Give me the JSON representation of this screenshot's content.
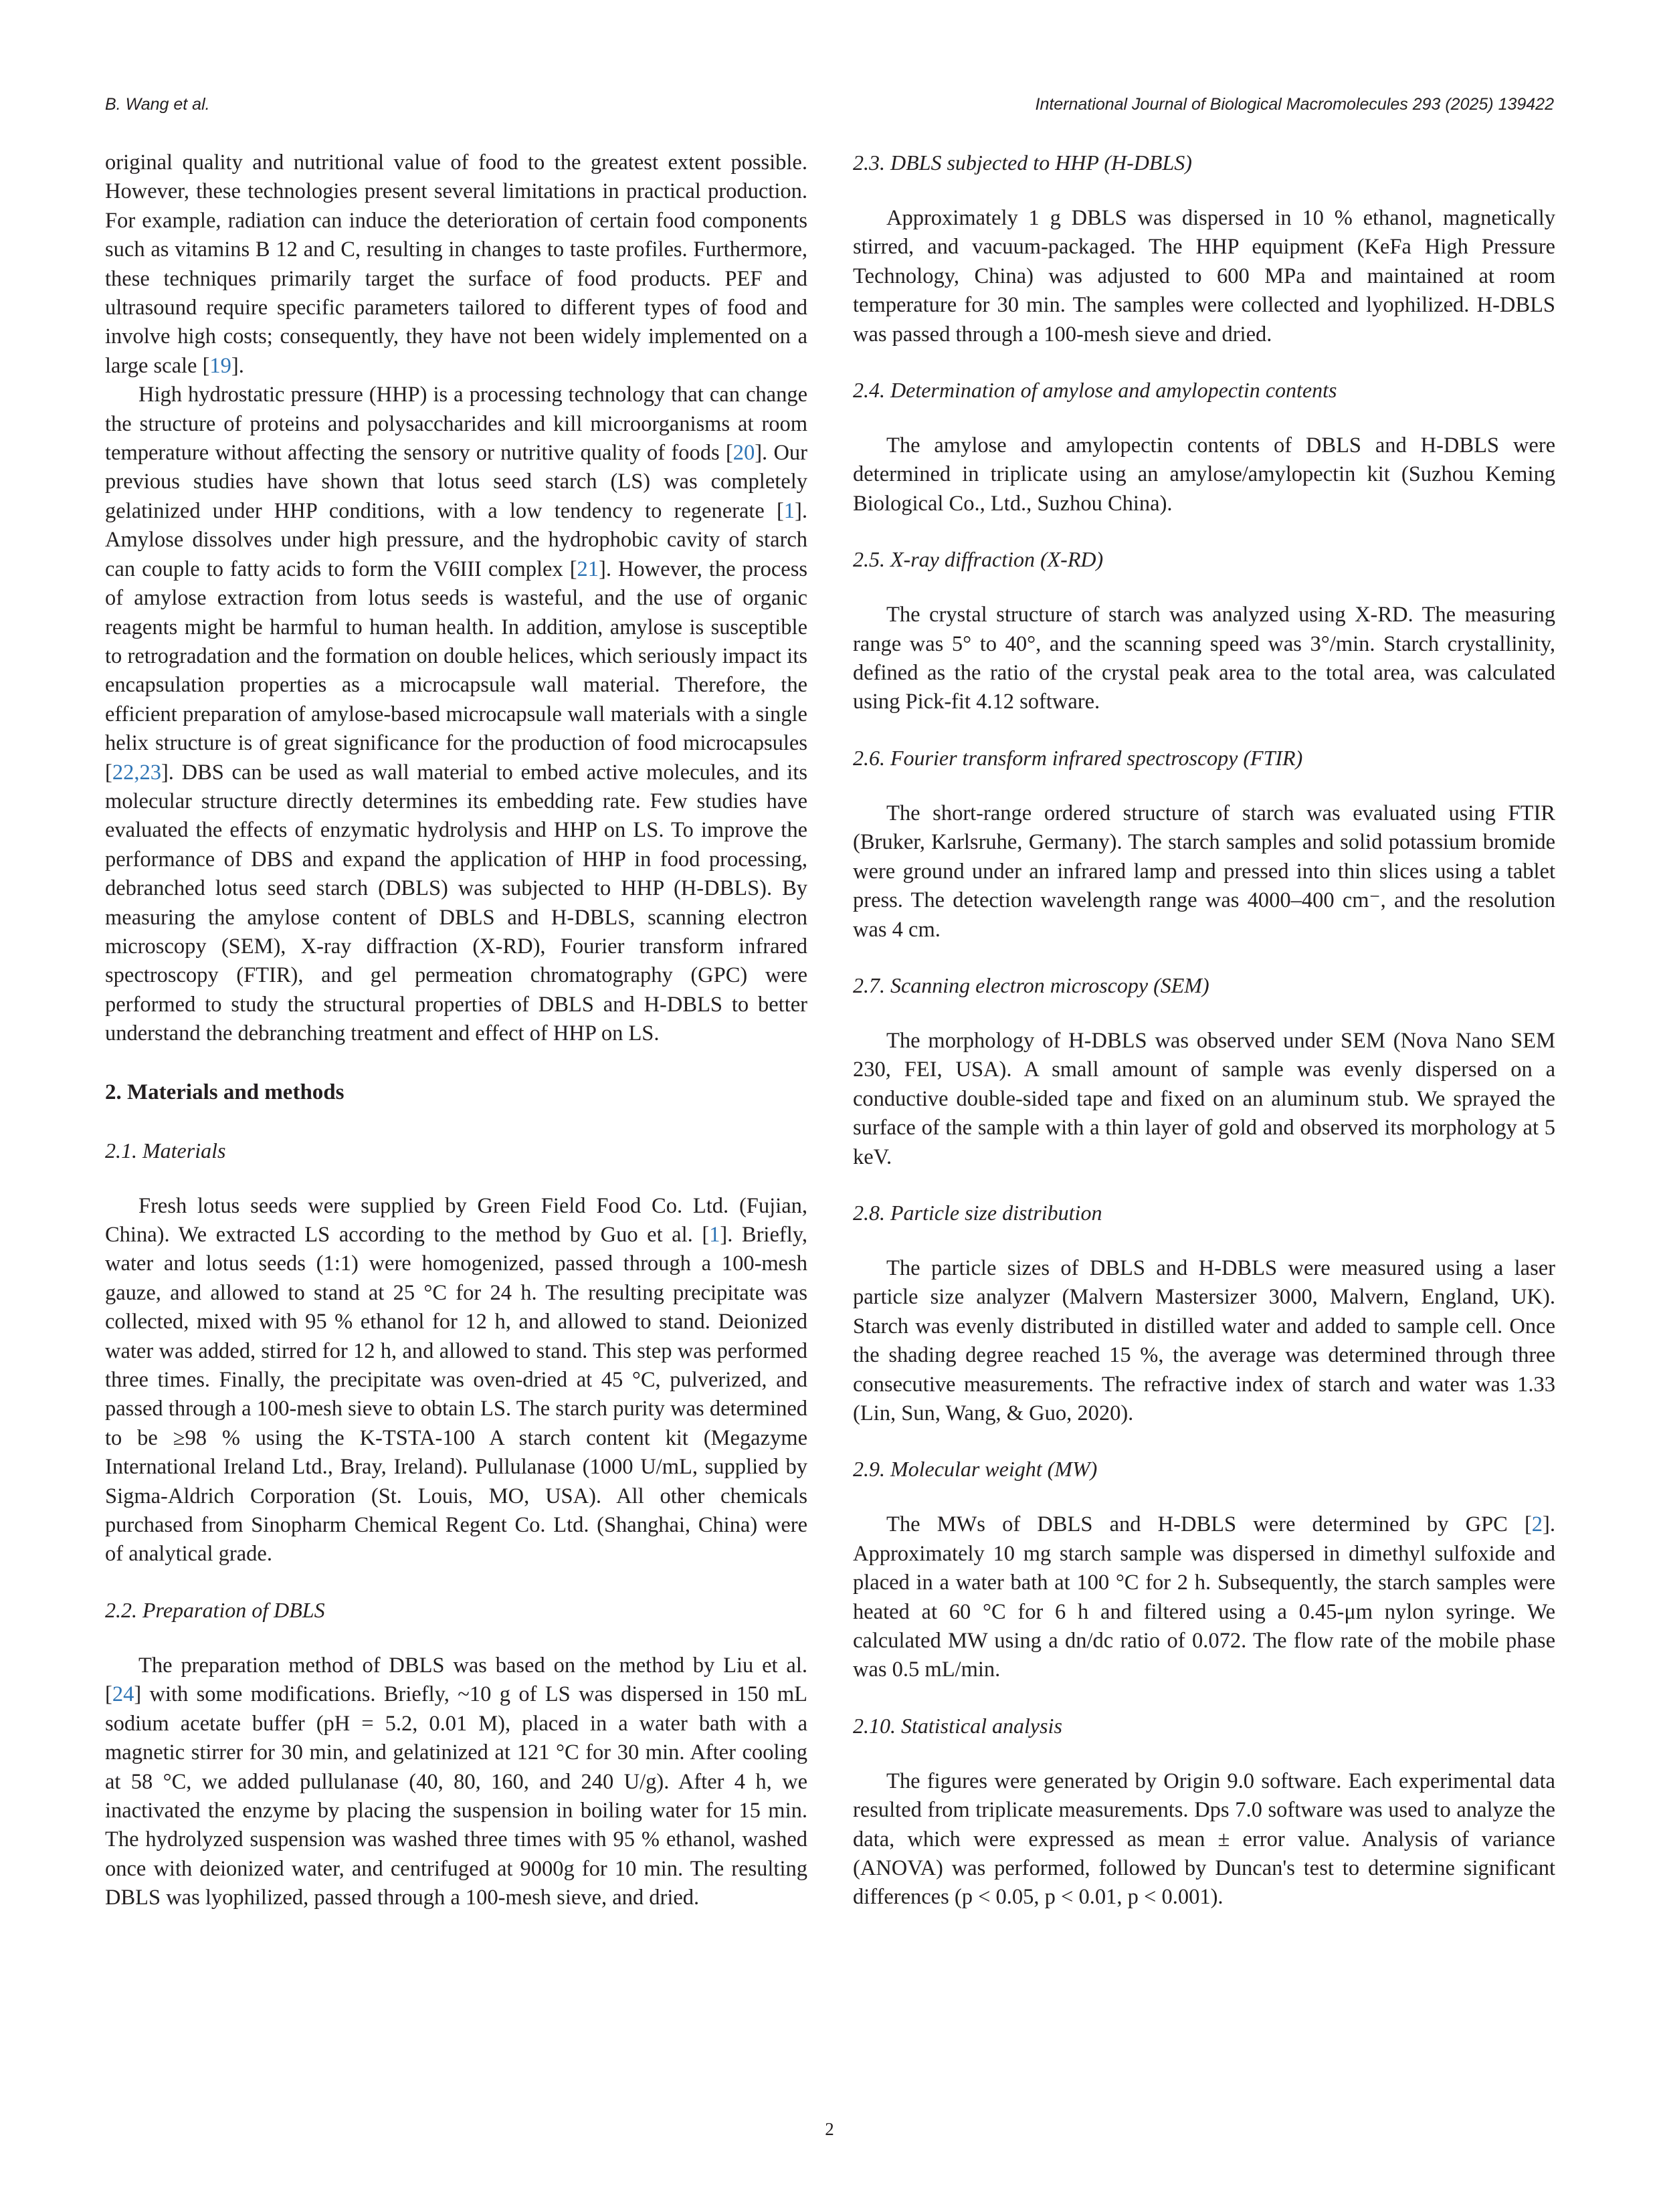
{
  "header": {
    "authors": "B. Wang et al.",
    "journal": "International Journal of Biological Macromolecules 293 (2025) 139422"
  },
  "left": {
    "p1": "original quality and nutritional value of food to the greatest extent possible. However, these technologies present several limitations in practical production. For example, radiation can induce the deterioration of certain food components such as vitamins B 12 and C, resulting in changes to taste profiles. Furthermore, these techniques primarily target the surface of food products. PEF and ultrasound require specific parameters tailored to different types of food and involve high costs; consequently, they have not been widely implemented on a large scale [19].",
    "p2": "High hydrostatic pressure (HHP) is a processing technology that can change the structure of proteins and polysaccharides and kill microorganisms at room temperature without affecting the sensory or nutritive quality of foods [20]. Our previous studies have shown that lotus seed starch (LS) was completely gelatinized under HHP conditions, with a low tendency to regenerate [1]. Amylose dissolves under high pressure, and the hydrophobic cavity of starch can couple to fatty acids to form the V6III complex [21]. However, the process of amylose extraction from lotus seeds is wasteful, and the use of organic reagents might be harmful to human health. In addition, amylose is susceptible to retrogradation and the formation on double helices, which seriously impact its encapsulation properties as a microcapsule wall material. Therefore, the efficient preparation of amylose-based microcapsule wall materials with a single helix structure is of great significance for the production of food microcapsules [22,23]. DBS can be used as wall material to embed active molecules, and its molecular structure directly determines its embedding rate. Few studies have evaluated the effects of enzymatic hydrolysis and HHP on LS. To improve the performance of DBS and expand the application of HHP in food processing, debranched lotus seed starch (DBLS) was subjected to HHP (H-DBLS). By measuring the amylose content of DBLS and H-DBLS, scanning electron microscopy (SEM), X-ray diffraction (X-RD), Fourier transform infrared spectroscopy (FTIR), and gel permeation chromatography (GPC) were performed to study the structural properties of DBLS and H-DBLS to better understand the debranching treatment and effect of HHP on LS.",
    "h_methods": "2.  Materials and methods",
    "h_21": "2.1.  Materials",
    "p_21": "Fresh lotus seeds were supplied by Green Field Food Co. Ltd. (Fujian, China). We extracted LS according to the method by Guo et al. [1]. Briefly, water and lotus seeds (1:1) were homogenized, passed through a 100-mesh gauze, and allowed to stand at 25 °C for 24 h. The resulting precipitate was collected, mixed with 95 % ethanol for 12 h, and allowed to stand. Deionized water was added, stirred for 12 h, and allowed to stand. This step was performed three times. Finally, the precipitate was oven-dried at 45 °C, pulverized, and passed through a 100-mesh sieve to obtain LS. The starch purity was determined to be ≥98 % using the K-TSTA-100 A starch content kit (Megazyme International Ireland Ltd., Bray, Ireland). Pullulanase (1000 U/mL, supplied by Sigma-Aldrich Corporation (St. Louis, MO, USA). All other chemicals purchased from Sinopharm Chemical Regent Co. Ltd. (Shanghai, China) were of analytical grade.",
    "h_22": "2.2.  Preparation of DBLS",
    "p_22": "The preparation method of DBLS was based on the method by Liu et al. [24] with some modifications. Briefly, ~10 g of LS was dispersed in 150 mL sodium acetate buffer (pH = 5.2, 0.01 M), placed in a water bath with a magnetic stirrer for 30 min, and gelatinized at 121 °C for 30 min. After cooling at 58 °C, we added pullulanase (40, 80, 160, and 240 U/g). After 4 h, we inactivated the enzyme by placing the suspension in boiling water for 15 min. The hydrolyzed suspension was washed three times with 95 % ethanol, washed once with deionized water, and centrifuged at 9000g for 10 min. The resulting DBLS was lyophilized, passed through a 100-mesh sieve, and dried."
  },
  "right": {
    "h_23": "2.3.  DBLS subjected to HHP (H-DBLS)",
    "p_23": "Approximately 1 g DBLS was dispersed in 10 % ethanol, magnetically stirred, and vacuum-packaged. The HHP equipment (KeFa High Pressure Technology, China) was adjusted to 600 MPa and maintained at room temperature for 30 min. The samples were collected and lyophilized. H-DBLS was passed through a 100-mesh sieve and dried.",
    "h_24": "2.4.  Determination of amylose and amylopectin contents",
    "p_24": "The amylose and amylopectin contents of DBLS and H-DBLS were determined in triplicate using an amylose/amylopectin kit (Suzhou Keming Biological Co., Ltd., Suzhou China).",
    "h_25": "2.5.  X-ray diffraction (X-RD)",
    "p_25": "The crystal structure of starch was analyzed using X-RD. The measuring range was 5° to 40°, and the scanning speed was 3°/min. Starch crystallinity, defined as the ratio of the crystal peak area to the total area, was calculated using Pick-fit 4.12 software.",
    "h_26": "2.6.  Fourier transform infrared spectroscopy (FTIR)",
    "p_26": "The short-range ordered structure of starch was evaluated using FTIR (Bruker, Karlsruhe, Germany). The starch samples and solid potassium bromide were ground under an infrared lamp and pressed into thin slices using a tablet press. The detection wavelength range was 4000–400 cm⁻, and the resolution was 4 cm.",
    "h_27": "2.7.  Scanning electron microscopy (SEM)",
    "p_27": "The morphology of H-DBLS was observed under SEM (Nova Nano SEM 230, FEI, USA). A small amount of sample was evenly dispersed on a conductive double-sided tape and fixed on an aluminum stub. We sprayed the surface of the sample with a thin layer of gold and observed its morphology at 5 keV.",
    "h_28": "2.8.  Particle size distribution",
    "p_28": "The particle sizes of DBLS and H-DBLS were measured using a laser particle size analyzer (Malvern Mastersizer 3000, Malvern, England, UK). Starch was evenly distributed in distilled water and added to sample cell. Once the shading degree reached 15 %, the average was determined through three consecutive measurements. The refractive index of starch and water was 1.33 (Lin, Sun, Wang, & Guo, 2020).",
    "h_29": "2.9.  Molecular weight (MW)",
    "p_29": "The MWs of DBLS and H-DBLS were determined by GPC [2]. Approximately 10 mg starch sample was dispersed in dimethyl sulfoxide and placed in a water bath at 100 °C for 2 h. Subsequently, the starch samples were heated at 60 °C for 6 h and filtered using a 0.45-μm nylon syringe. We calculated MW using a dn/dc ratio of 0.072. The flow rate of the mobile phase was 0.5 mL/min.",
    "h_210": "2.10.  Statistical analysis",
    "p_210": "The figures were generated by Origin 9.0 software. Each experimental data resulted from triplicate measurements. Dps 7.0 software was used to analyze the data, which were expressed as mean ± error value. Analysis of variance (ANOVA) was performed, followed by Duncan's test to determine significant differences (p < 0.05, p < 0.01, p < 0.001)."
  },
  "footer": {
    "page_number": "2"
  },
  "colors": {
    "text": "#231f20",
    "reference_link": "#2e74b5"
  }
}
